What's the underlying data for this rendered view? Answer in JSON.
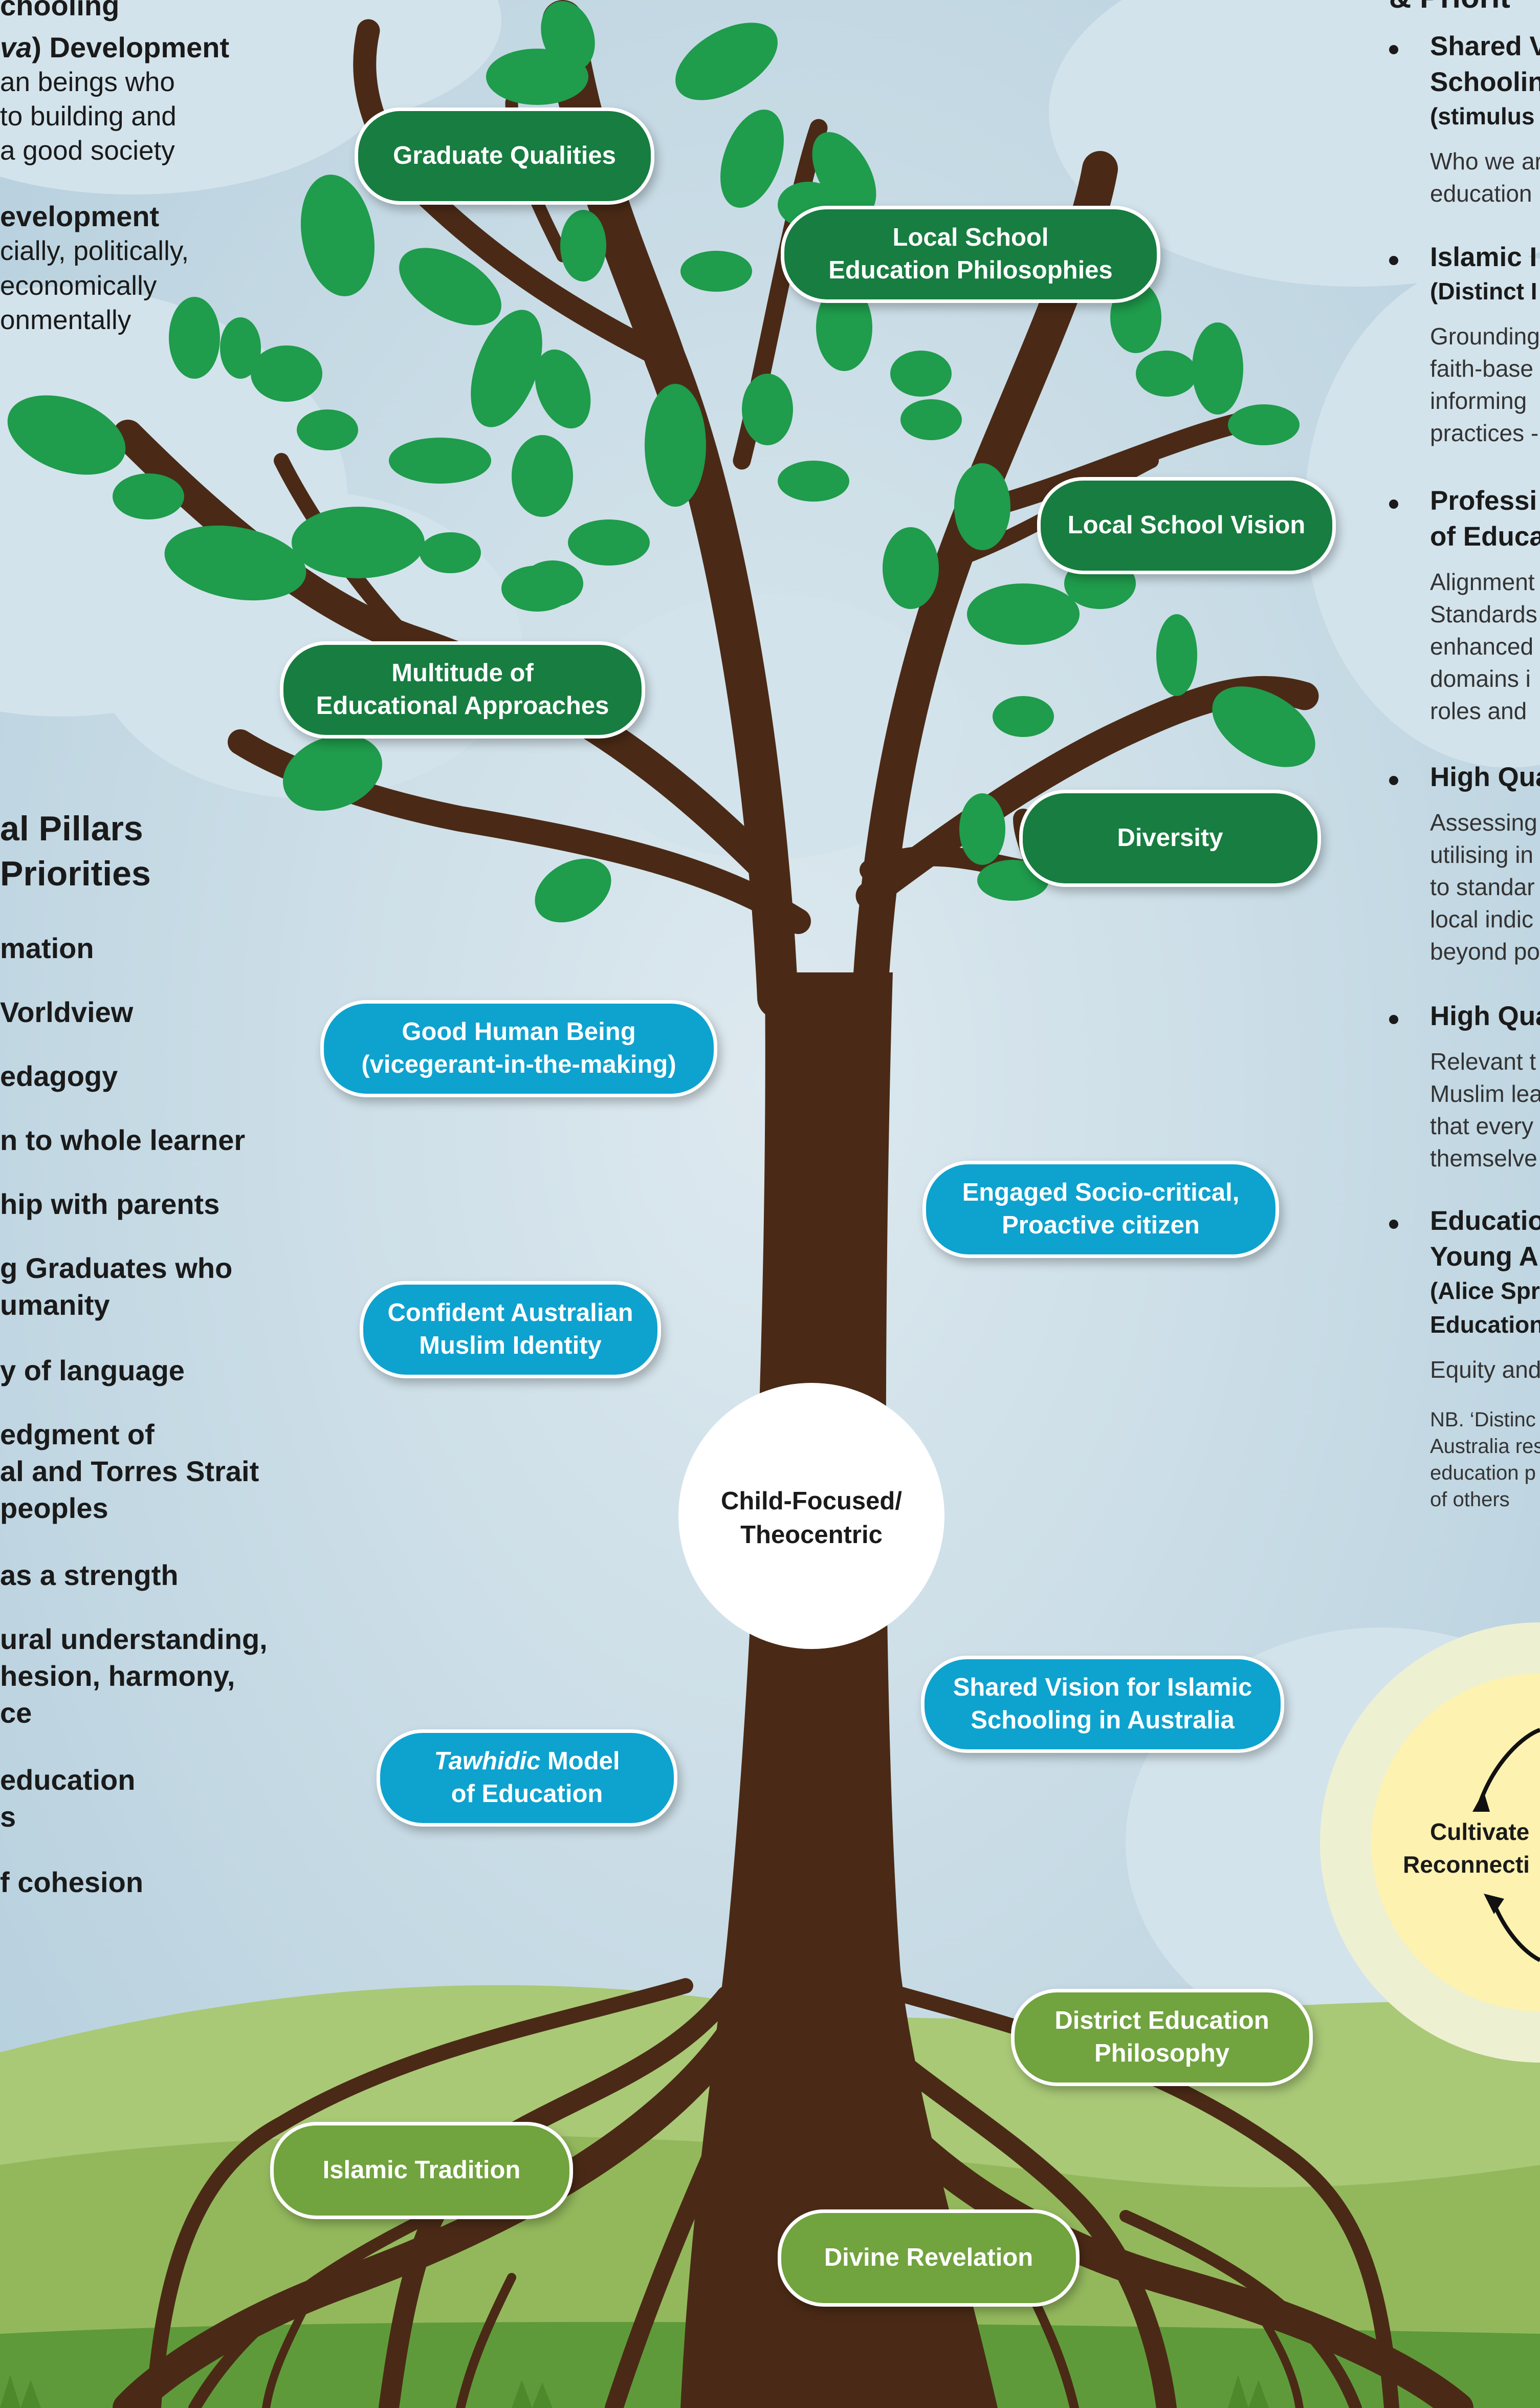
{
  "left_top": {
    "heading": "chooling",
    "line1a": "va",
    "line1b": ") Development",
    "line2": "an beings who",
    "line3": "to building and",
    "line4": "a good society",
    "dev_heading": "evelopment",
    "dev1": "cially, politically,",
    "dev2": "economically",
    "dev3": "onmentally"
  },
  "pillars": {
    "heading1": "al Pillars",
    "heading2": "Priorities",
    "items": [
      [
        "mation"
      ],
      [
        "Vorldview"
      ],
      [
        "edagogy"
      ],
      [
        "n to whole learner"
      ],
      [
        "hip with parents"
      ],
      [
        "g Graduates who",
        "umanity"
      ],
      [
        "y of language"
      ],
      [
        "edgment of",
        "al and Torres Strait",
        "peoples"
      ],
      [
        "as a strength"
      ],
      [
        "ural understanding,",
        "hesion, harmony,",
        "ce"
      ],
      [
        "education",
        "s"
      ],
      [
        "f cohesion"
      ]
    ]
  },
  "right": {
    "heading": "& Priorit",
    "items": [
      {
        "title": [
          "Shared V",
          "Schoolin"
        ],
        "sub_bold": "(stimulus",
        "text": [
          "Who we ar",
          "education"
        ]
      },
      {
        "title": [
          "Islamic I"
        ],
        "sub_bold": "(Distinct I",
        "text": [
          "Grounding",
          "faith-base",
          "informing",
          "practices -"
        ]
      },
      {
        "title": [
          "Professi",
          "of Educa"
        ],
        "sub_bold": "",
        "text": [
          "Alignment",
          "Standards",
          "enhanced",
          "domains i",
          "roles and"
        ]
      },
      {
        "title": [
          "High Qua"
        ],
        "sub_bold": "",
        "text": [
          "Assessing",
          "utilising in",
          "to standar",
          "local indic",
          "beyond po"
        ]
      },
      {
        "title": [
          "High Qua"
        ],
        "sub_bold": "",
        "text": [
          "Relevant t",
          "Muslim lea",
          "that every",
          "themselve"
        ]
      },
      {
        "title": [
          "Educatio",
          "Young Au"
        ],
        "sub_bold": "(Alice Spr",
        "sub_bold2": "Education",
        "text": [
          "Equity and"
        ]
      }
    ],
    "nb": [
      "NB. ‘Distinc",
      "Australia res",
      "education p",
      "of others"
    ]
  },
  "tree": {
    "leaf_labels": {
      "graduate": "Graduate Qualities",
      "philosophies": "Local School\nEducation Philosophies",
      "vision": "Local School Vision",
      "multitude": "Multitude of\nEducational Approaches",
      "diversity": "Diversity"
    },
    "trunk_labels": {
      "good_human": "Good Human Being\n(vicegerant-in-the-making)",
      "engaged": "Engaged Socio-critical,\nProactive citizen",
      "confident": "Confident Australian\nMuslim Identity",
      "shared_vision": "Shared Vision for Islamic\nSchooling in Australia",
      "tawhidic_italic": "Tawhidic",
      "tawhidic_rest": " Model",
      "tawhidic_line2": "of Education"
    },
    "center": "Child-Focused/\nTheocentric",
    "root_labels": {
      "district": "District Education\nPhilosophy",
      "islamic_tradition": "Islamic Tradition",
      "divine_revelation": "Divine Revelation"
    }
  },
  "cycle": {
    "line1": "Cultivate",
    "line2": "Reconnecti"
  },
  "colors": {
    "leaf_pill": "#177d40",
    "trunk_pill": "#0ea2cf",
    "root_pill": "#71a33e",
    "trunk": "#4a2a16",
    "leaf": "#1f9c4c",
    "sky": "#c9dde8",
    "grass": "#9ebf66",
    "sun": "#fdf2b0"
  }
}
